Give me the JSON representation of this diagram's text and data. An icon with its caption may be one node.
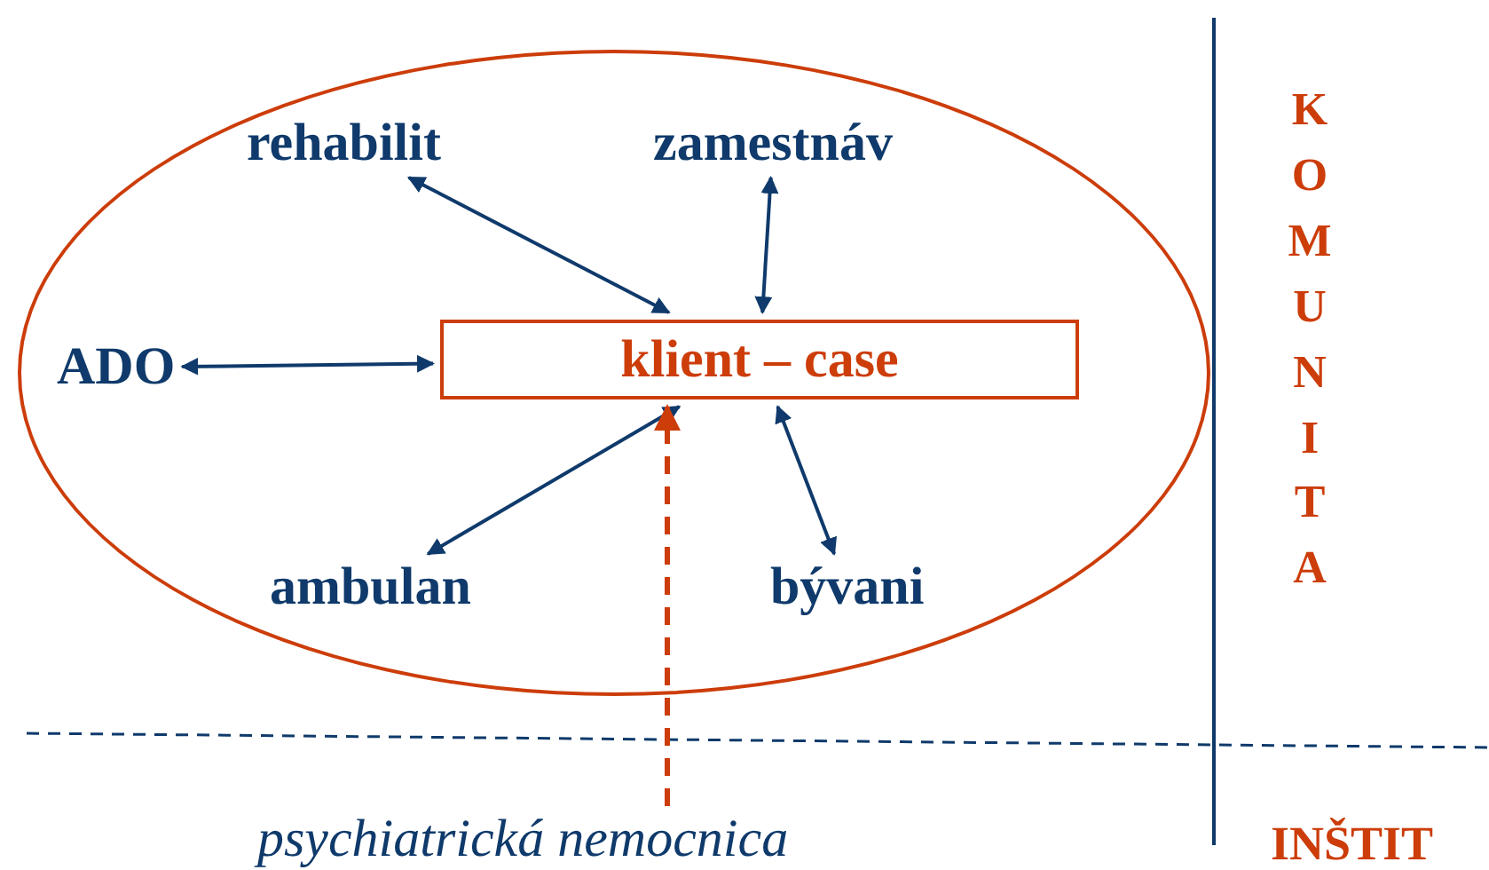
{
  "diagram": {
    "nodes": [
      {
        "text": [],
        "shape": "ellipse"
      },
      {
        "text": [
          "rehabilit"
        ],
        "in": 0
      },
      {
        "text": [
          "zamestnáv"
        ],
        "in": 0
      },
      {
        "text": [
          "ADO"
        ],
        "in": 0
      },
      {
        "text": [
          "klient – case"
        ],
        "in": 0
      },
      {
        "text": [
          "ambulan"
        ],
        "in": 0
      },
      {
        "text": [
          "bývani"
        ],
        "in": 0
      },
      {
        "text": [
          "psychiatrická nemocnica"
        ]
      }
    ],
    "edges": [
      {
        "from": 1,
        "to": 4,
        "arrow": "both"
      },
      {
        "from": 2,
        "to": 4,
        "arrow": "both"
      },
      {
        "from": 3,
        "to": 4,
        "arrow": "both"
      },
      {
        "from": 4,
        "to": 5,
        "arrow": "both"
      },
      {
        "from": 4,
        "to": 6,
        "arrow": "both"
      },
      {
        "from": 7,
        "to": 4,
        "arrow": "to",
        "style": "dashed",
        "color": "#cc3d0a"
      }
    ],
    "labels": [
      "KOMUNITA",
      "INŠTIT"
    ]
  }
}
